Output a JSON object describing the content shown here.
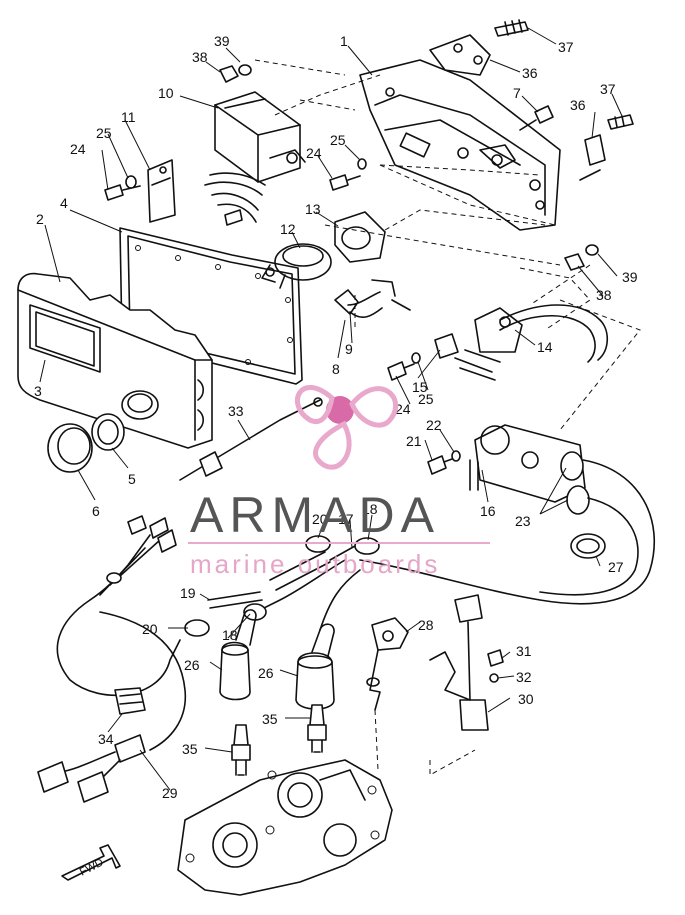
{
  "diagram": {
    "callouts": [
      {
        "id": "c1",
        "text": "1"
      },
      {
        "id": "c2",
        "text": "2"
      },
      {
        "id": "c3",
        "text": "3"
      },
      {
        "id": "c4",
        "text": "4"
      },
      {
        "id": "c5",
        "text": "5"
      },
      {
        "id": "c6",
        "text": "6"
      },
      {
        "id": "c7",
        "text": "7"
      },
      {
        "id": "c8",
        "text": "8"
      },
      {
        "id": "c9",
        "text": "9"
      },
      {
        "id": "c10",
        "text": "10"
      },
      {
        "id": "c11",
        "text": "11"
      },
      {
        "id": "c12",
        "text": "12"
      },
      {
        "id": "c13",
        "text": "13"
      },
      {
        "id": "c14",
        "text": "14"
      },
      {
        "id": "c15",
        "text": "15"
      },
      {
        "id": "c16",
        "text": "16"
      },
      {
        "id": "c17",
        "text": "17"
      },
      {
        "id": "c18a",
        "text": "18"
      },
      {
        "id": "c18b",
        "text": "18"
      },
      {
        "id": "c19",
        "text": "19"
      },
      {
        "id": "c20a",
        "text": "20"
      },
      {
        "id": "c20b",
        "text": "20"
      },
      {
        "id": "c21",
        "text": "21"
      },
      {
        "id": "c22",
        "text": "22"
      },
      {
        "id": "c23",
        "text": "23"
      },
      {
        "id": "c24a",
        "text": "24"
      },
      {
        "id": "c24b",
        "text": "24"
      },
      {
        "id": "c24c",
        "text": "24"
      },
      {
        "id": "c25a",
        "text": "25"
      },
      {
        "id": "c25b",
        "text": "25"
      },
      {
        "id": "c25c",
        "text": "25"
      },
      {
        "id": "c26a",
        "text": "26"
      },
      {
        "id": "c26b",
        "text": "26"
      },
      {
        "id": "c27",
        "text": "27"
      },
      {
        "id": "c28",
        "text": "28"
      },
      {
        "id": "c29",
        "text": "29"
      },
      {
        "id": "c30",
        "text": "30"
      },
      {
        "id": "c31",
        "text": "31"
      },
      {
        "id": "c32",
        "text": "32"
      },
      {
        "id": "c33",
        "text": "33"
      },
      {
        "id": "c34",
        "text": "34"
      },
      {
        "id": "c35a",
        "text": "35"
      },
      {
        "id": "c35b",
        "text": "35"
      },
      {
        "id": "c36a",
        "text": "36"
      },
      {
        "id": "c36b",
        "text": "36"
      },
      {
        "id": "c37a",
        "text": "37"
      },
      {
        "id": "c37b",
        "text": "37"
      },
      {
        "id": "c38a",
        "text": "38"
      },
      {
        "id": "c38b",
        "text": "38"
      },
      {
        "id": "c39a",
        "text": "39"
      },
      {
        "id": "c39b",
        "text": "39"
      }
    ],
    "fwd_label": "FWD"
  },
  "watermark": {
    "brand": "ARMADA",
    "tagline": "marine outboards",
    "accent_color": "#e07fb4",
    "text_color": "#555555"
  }
}
